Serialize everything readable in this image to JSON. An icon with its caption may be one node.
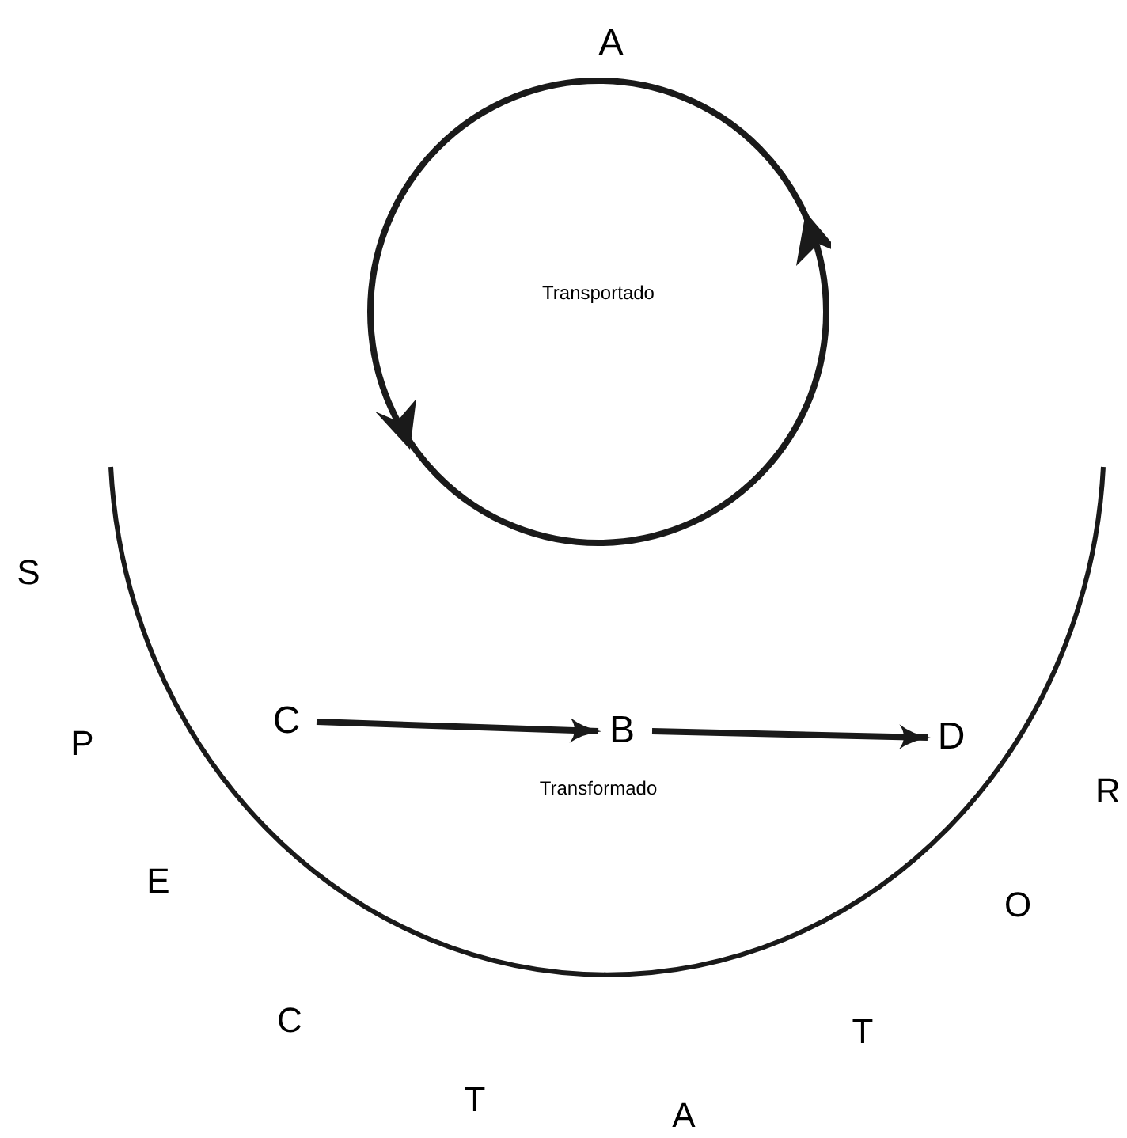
{
  "diagram": {
    "nodes": [
      {
        "text": [
          "Transportado"
        ]
      },
      {
        "text": [
          "C"
        ]
      },
      {
        "text": [
          "B"
        ]
      },
      {
        "text": [
          "D"
        ]
      }
    ],
    "edges": [
      {
        "from": 1,
        "to": 2,
        "arrow": "to"
      },
      {
        "from": 2,
        "to": 3,
        "arrow": "to"
      }
    ],
    "labels": [
      "A",
      "S",
      "P",
      "Transformado",
      "E",
      "R",
      "O",
      "C",
      "T",
      "T",
      "A"
    ]
  }
}
